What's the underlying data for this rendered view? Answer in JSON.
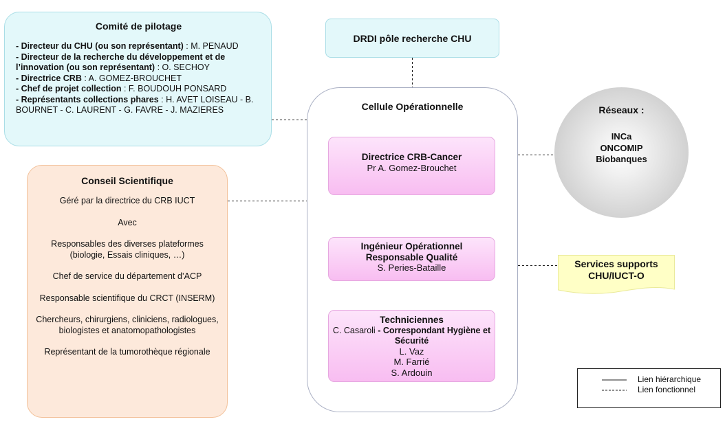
{
  "comite": {
    "title": "Comité de pilotage",
    "rows": [
      {
        "label": "- Directeur du CHU (ou son représentant)",
        "value": " : M. PENAUD"
      },
      {
        "label": "- Directeur de la recherche du développement et de l’innovation (ou son représentant)",
        "value": " : O. SECHOY"
      },
      {
        "label": "- Directrice CRB",
        "value": " : A. GOMEZ-BROUCHET"
      },
      {
        "label": "- Chef de projet collection",
        "value": " : F. BOUDOUH PONSARD"
      },
      {
        "label": "- Représentants collections phares",
        "value": " : H. AVET LOISEAU - B. BOURNET - C. LAURENT - G. FAVRE - J. MAZIERES"
      }
    ]
  },
  "drdi": {
    "title": "DRDI pôle recherche CHU"
  },
  "cellule": {
    "title": "Cellule Opérationnelle",
    "directrice": {
      "role": "Directrice CRB-Cancer",
      "name": "Pr A. Gomez-Brouchet"
    },
    "ingenieur": {
      "role_line1": "Ingénieur Opérationnel",
      "role_line2": "Responsable Qualité",
      "name": "S. Peries-Bataille"
    },
    "techniciennes": {
      "title": "Techniciennes",
      "first_name": "C. Casaroli",
      "first_role": " - Correspondant Hygiène et Sécurité",
      "others": [
        "L. Vaz",
        "M. Farrié",
        "S. Ardouin"
      ]
    }
  },
  "reseaux": {
    "title": "Réseaux :",
    "items": [
      "INCa",
      "ONCOMIP",
      "Biobanques"
    ]
  },
  "services": {
    "line1": "Services supports",
    "line2": "CHU/IUCT-O"
  },
  "conseil": {
    "title": "Conseil Scientifique",
    "paragraphs": [
      "Géré par la directrice du CRB IUCT",
      "Avec",
      "Responsables des diverses plateformes (biologie, Essais cliniques, …)",
      "Chef de service du département d’ACP",
      "Responsable scientifique du CRCT (INSERM)",
      "Chercheurs, chirurgiens, cliniciens, radiologues, biologistes et anatomopathologistes",
      "Représentant de la tumorothèque régionale"
    ]
  },
  "legend": {
    "solid_label": "Lien hiérarchique",
    "dashed_label": "Lien fonctionnel"
  }
}
